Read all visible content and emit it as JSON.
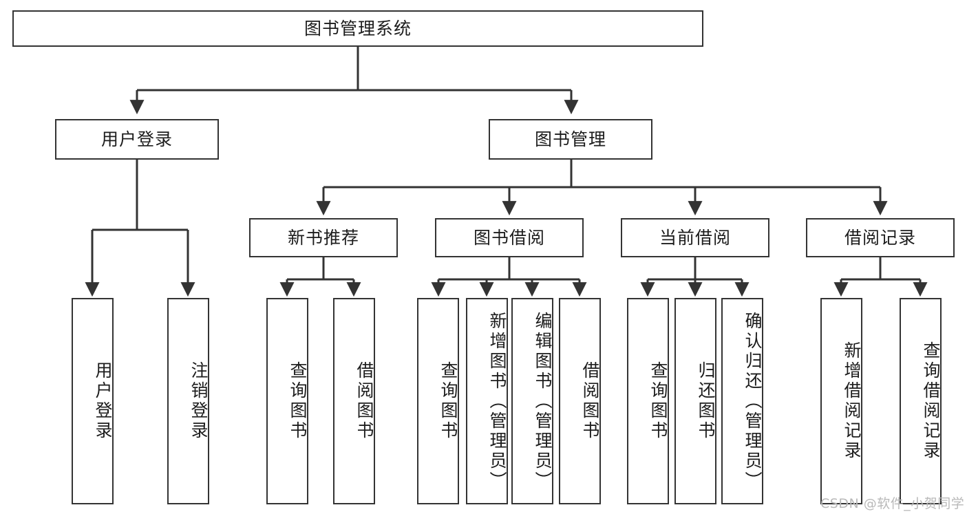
{
  "diagram": {
    "title": "图书管理系统",
    "watermark": "CSDN @软件_小贺同学",
    "colors": {
      "stroke": "#333333",
      "fill": "#ffffff",
      "text": "#1c1c1c",
      "watermark": "#b9b9b9"
    },
    "nodes": {
      "root": {
        "label": "图书管理系统"
      },
      "level2": [
        {
          "id": "user-login",
          "label": "用户登录"
        },
        {
          "id": "book-manage",
          "label": "图书管理"
        }
      ],
      "level3": [
        {
          "id": "new-book-recommend",
          "label": "新书推荐"
        },
        {
          "id": "book-borrow",
          "label": "图书借阅"
        },
        {
          "id": "current-borrow",
          "label": "当前借阅"
        },
        {
          "id": "borrow-record",
          "label": "借阅记录"
        }
      ],
      "leaves": {
        "user_login": [
          {
            "id": "leaf-user-login",
            "label": "用户登录"
          },
          {
            "id": "leaf-logout-login",
            "label": "注销登录"
          }
        ],
        "new_book_recommend": [
          {
            "id": "leaf-query-book-1",
            "label": "查询图书"
          },
          {
            "id": "leaf-borrow-book-1",
            "label": "借阅图书"
          }
        ],
        "book_borrow": [
          {
            "id": "leaf-query-book-2",
            "label": "查询图书"
          },
          {
            "id": "leaf-add-book",
            "label": "新增图书（管理员）"
          },
          {
            "id": "leaf-edit-book",
            "label": "编辑图书（管理员）"
          },
          {
            "id": "leaf-borrow-book-2",
            "label": "借阅图书"
          }
        ],
        "current_borrow": [
          {
            "id": "leaf-query-book-3",
            "label": "查询图书"
          },
          {
            "id": "leaf-return-book",
            "label": "归还图书"
          },
          {
            "id": "leaf-confirm-return",
            "label": "确认归还（管理员）"
          }
        ],
        "borrow_record": [
          {
            "id": "leaf-add-record",
            "label": "新增借阅记录"
          },
          {
            "id": "leaf-query-record",
            "label": "查询借阅记录"
          }
        ]
      }
    }
  }
}
